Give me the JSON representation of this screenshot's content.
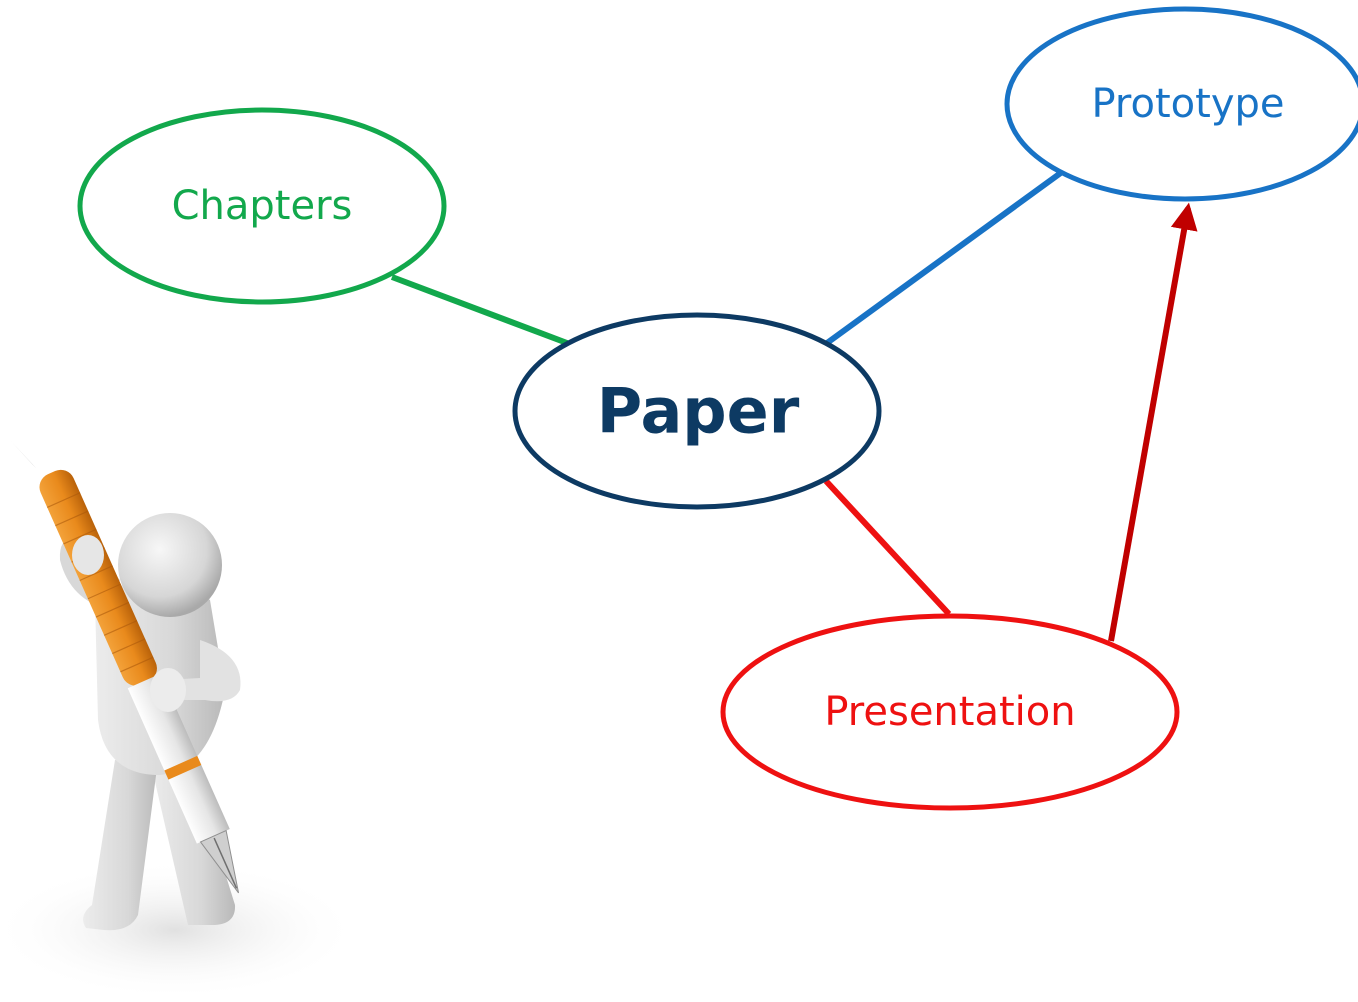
{
  "diagram": {
    "nodes": [
      {
        "id": "paper",
        "label": "Paper",
        "color": "#0d3a63"
      },
      {
        "id": "chapters",
        "label": "Chapters",
        "color": "#12a84c"
      },
      {
        "id": "prototype",
        "label": "Prototype",
        "color": "#1873c6"
      },
      {
        "id": "presentation",
        "label": "Presentation",
        "color": "#ee1111"
      }
    ],
    "edges": [
      {
        "from": "paper",
        "to": "chapters",
        "color": "#12a84c",
        "arrow": false
      },
      {
        "from": "paper",
        "to": "prototype",
        "color": "#1873c6",
        "arrow": false
      },
      {
        "from": "paper",
        "to": "presentation",
        "color": "#ee1111",
        "arrow": false
      },
      {
        "from": "presentation",
        "to": "prototype",
        "color": "#c00000",
        "arrow": true
      }
    ]
  },
  "illustration": {
    "name": "figure-with-pen",
    "icon": "person-holding-fountain-pen",
    "pen_color": "#e98a1c"
  }
}
